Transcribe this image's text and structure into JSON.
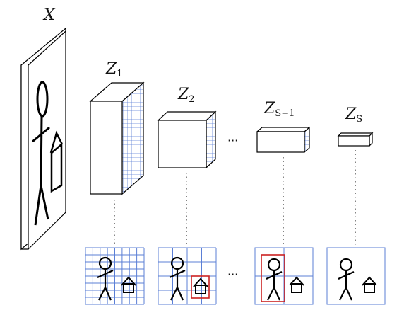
{
  "labels": {
    "input": "X",
    "z1": "Z",
    "z1_sub": "1",
    "z2": "Z",
    "z2_sub": "2",
    "zs1": "Z",
    "zs1_sub": "S−1",
    "zs": "Z",
    "zs_sub": "S"
  },
  "ellipsis": "···",
  "colors": {
    "grid": "#5b7fd6",
    "highlight": "#cc2222",
    "ink": "#000000"
  },
  "icons": {
    "figure": "stick-figure-icon",
    "house": "house-icon"
  }
}
